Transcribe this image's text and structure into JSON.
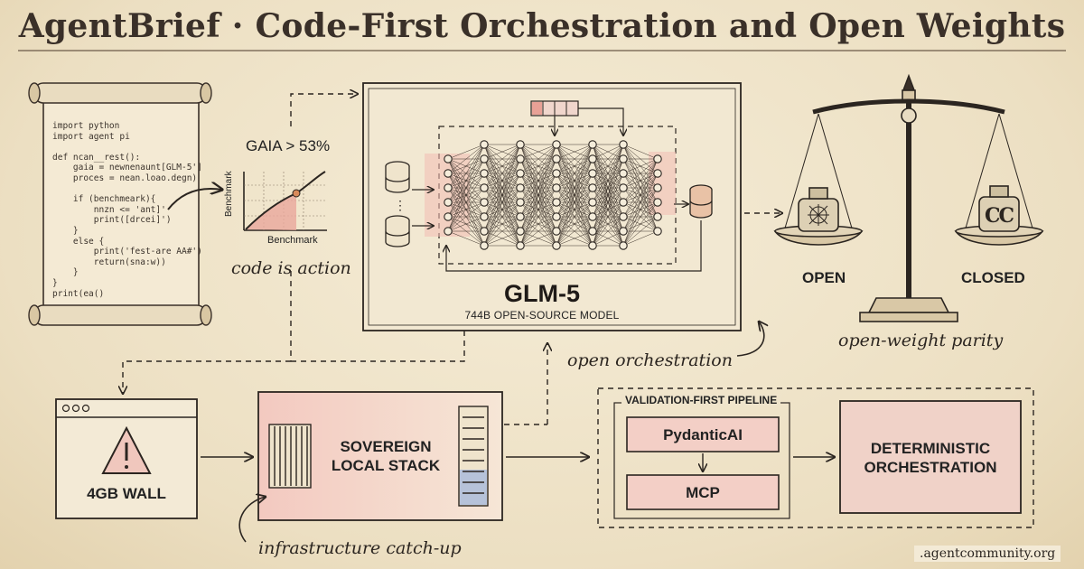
{
  "title": "AgentBrief · Code-First Orchestration and Open Weights",
  "code_lines": [
    "import python",
    "import agent pi",
    "",
    "def ncan__rest():",
    "    gaia = newnenaunt[GLM-5']",
    "    proces = nean.loao.degn)",
    "",
    "    if (benchmeark){",
    "        nnzn <= 'ant]'",
    "        print([drcei]')",
    "    }",
    "    else {",
    "        print('fest-are AA#')",
    "        return(sna:w))",
    "    }",
    "}",
    "print(ea()"
  ],
  "chart": {
    "headline": "GAIA > 53%",
    "ylabel": "Benchmark",
    "xlabel": "Benchmark"
  },
  "annotations": {
    "code_is_action": "code is action",
    "open_orchestration": "open orchestration",
    "open_weight_parity": "open-weight parity",
    "infrastructure_catch_up": "infrastructure catch-up"
  },
  "model": {
    "name": "GLM-5",
    "subtitle": "744B OPEN-SOURCE MODEL"
  },
  "scale": {
    "left_label": "OPEN",
    "right_label": "CLOSED",
    "right_weight_text": "CC"
  },
  "wall": {
    "label": "4GB WALL"
  },
  "stack": {
    "line1": "SOVEREIGN",
    "line2": "LOCAL STACK"
  },
  "pipeline": {
    "title": "VALIDATION-FIRST PIPELINE",
    "step1": "PydanticAI",
    "step2": "MCP"
  },
  "orchestration": {
    "line1": "DETERMINISTIC",
    "line2": "ORCHESTRATION"
  },
  "footer": ".agentcommunity.org",
  "colors": {
    "paper": "#efe3c9",
    "ink": "#2b2520",
    "accent_red": "#e9a39a",
    "accent_blue": "#9fb3d8"
  }
}
